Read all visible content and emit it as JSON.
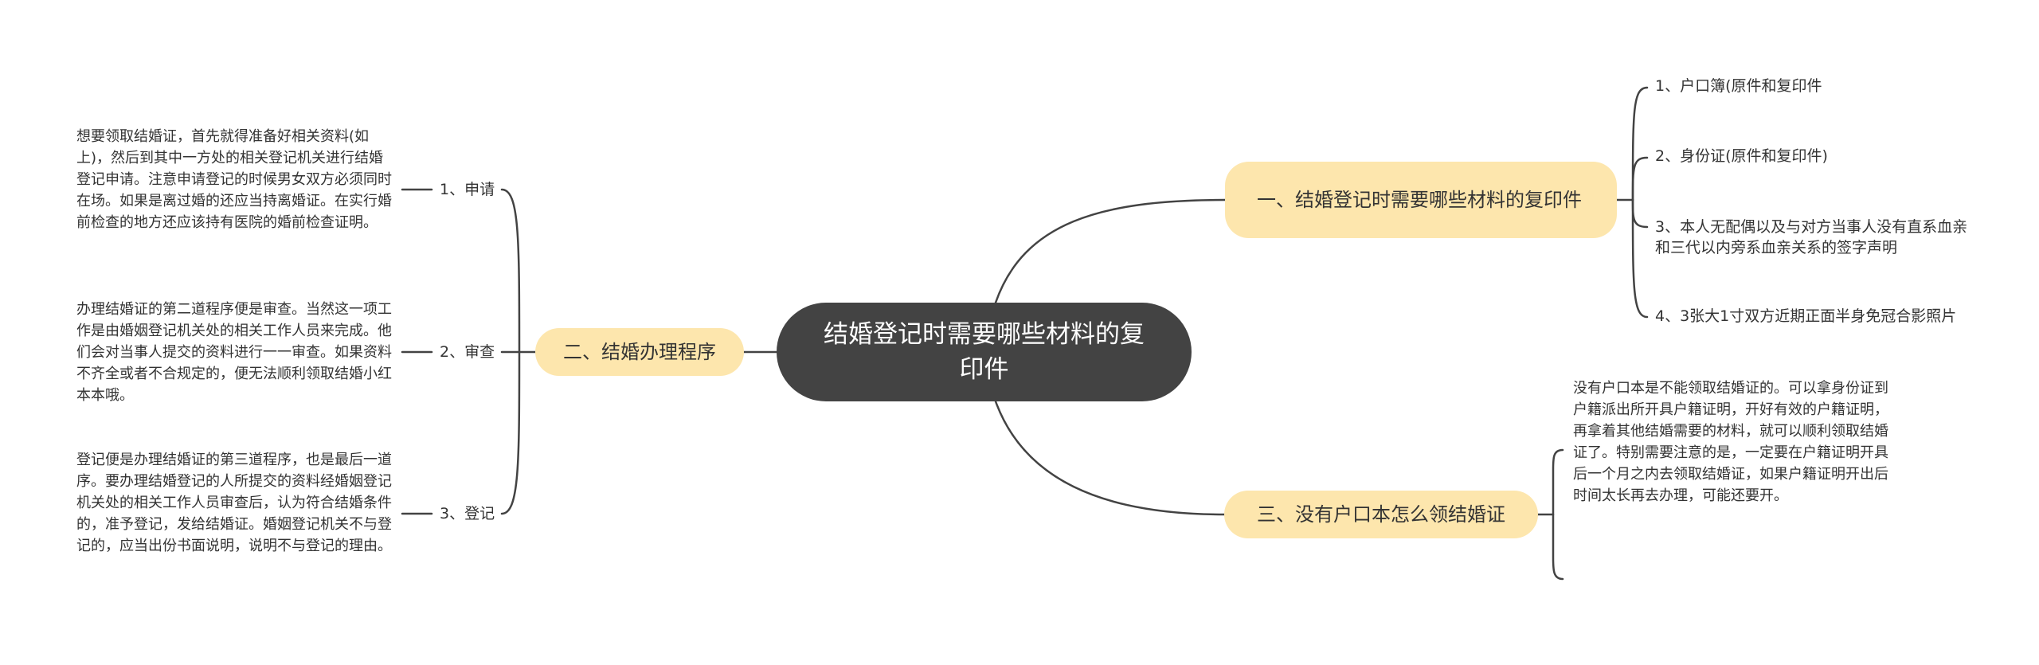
{
  "central": "结婚登记时需要哪些材料的复印件",
  "branches": {
    "b1": {
      "title": "一、结婚登记时需要哪些材料的复印件",
      "items": [
        "1、户口簿(原件和复印件",
        "2、身份证(原件和复印件)",
        "3、本人无配偶以及与对方当事人没有直系血亲和三代以内旁系血亲关系的签字声明",
        "4、3张大1寸双方近期正面半身免冠合影照片"
      ]
    },
    "b2": {
      "title": "二、结婚办理程序",
      "subs": [
        {
          "label": "1、申请",
          "detail": "想要领取结婚证，首先就得准备好相关资料(如上)，然后到其中一方处的相关登记机关进行结婚登记申请。注意申请登记的时候男女双方必须同时在场。如果是离过婚的还应当持离婚证。在实行婚前检查的地方还应该持有医院的婚前检查证明。"
        },
        {
          "label": "2、审查",
          "detail": "办理结婚证的第二道程序便是审查。当然这一项工作是由婚姻登记机关处的相关工作人员来完成。他们会对当事人提交的资料进行一一审查。如果资料不齐全或者不合规定的，便无法顺利领取结婚小红本本哦。"
        },
        {
          "label": "3、登记",
          "detail": "登记便是办理结婚证的第三道程序，也是最后一道序。要办理结婚登记的人所提交的资料经婚姻登记机关处的相关工作人员审查后，认为符合结婚条件的，准予登记，发给结婚证。婚姻登记机关不与登记的，应当出份书面说明，说明不与登记的理由。"
        }
      ]
    },
    "b3": {
      "title": "三、没有户口本怎么领结婚证",
      "detail": "没有户口本是不能领取结婚证的。可以拿身份证到户籍派出所开具户籍证明，开好有效的户籍证明，再拿着其他结婚需要的材料，就可以顺利领取结婚证了。特别需要注意的是，一定要在户籍证明开具后一个月之内去领取结婚证，如果户籍证明开出后时间太长再去办理，可能还要开。"
    }
  },
  "colors": {
    "central_bg": "#434343",
    "branch_bg": "#fde6ad",
    "line": "#434343"
  }
}
